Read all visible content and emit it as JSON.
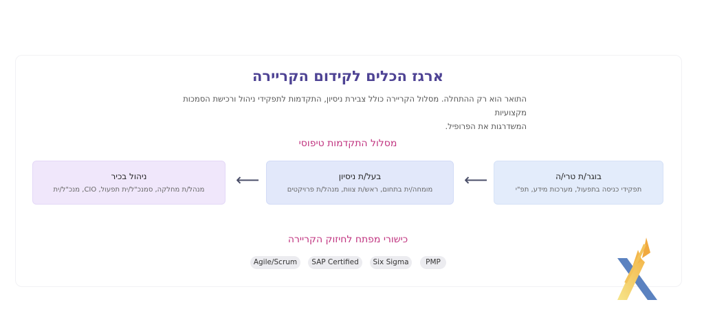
{
  "header": {
    "title": "ארגז הכלים לקידום הקריירה",
    "subtitle_line1": "התואר הוא רק ההתחלה. מסלול הקריירה כולל צבירת ניסיון, התקדמות לתפקידי ניהול ורכישת הסמכות מקצועיות",
    "subtitle_line2": "המשדרגות את הפרופיל."
  },
  "path": {
    "title": "מסלול התקדמות טיפוסי",
    "stages": [
      {
        "title": "בוגר/ת טרי/ה",
        "subtitle": "תפקידי כניסה בתפעול, מערכות מידע, תפ\"י"
      },
      {
        "title": "בעל/ת ניסיון",
        "subtitle": "מומחה/ית בתחום, ראש/ת צוות, מנהל/ת פרויקטים"
      },
      {
        "title": "ניהול בכיר",
        "subtitle": "מנהל/ת מחלקה, סמנכ\"ל/ית תפעול, CIO, מנכ\"ל/ית"
      }
    ]
  },
  "skills": {
    "title": "כישורי מפתח לחיזוק הקריירה",
    "chips": [
      "PMP",
      "Six Sigma",
      "SAP Certified",
      "Agile/Scrum"
    ]
  },
  "colors": {
    "title": "#4e4394",
    "section_title": "#c0337f",
    "stage1_bg": "#e3ecfb",
    "stage2_bg": "#e2e8fa",
    "stage3_bg": "#f0e7fb",
    "chip_bg": "#ececf0"
  },
  "icons": {
    "arrow": "arrow-left-icon",
    "logo": "x-arrow-logo"
  }
}
